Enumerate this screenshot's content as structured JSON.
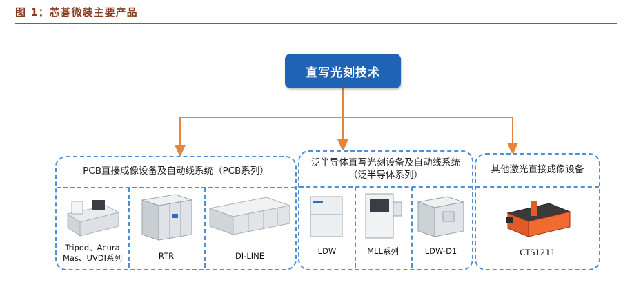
{
  "figure": {
    "title": "图 1：芯碁微装主要产品"
  },
  "root": {
    "label": "直写光刻技术"
  },
  "groups": [
    {
      "title": "PCB直接成像设备及自动线系统（PCB系列）",
      "items": [
        {
          "label_line1": "Tripod、Acura",
          "label_line2": "Mas、UVDI系列"
        },
        {
          "label": "RTR"
        },
        {
          "label": "DI-LINE"
        }
      ]
    },
    {
      "title_line1": "泛半导体直写光刻设备及自动线系统",
      "title_line2": "（泛半导体系列）",
      "items": [
        {
          "label": "LDW"
        },
        {
          "label": "MLL系列"
        },
        {
          "label": "LDW-D1"
        }
      ]
    },
    {
      "title": "其他激光直接成像设备",
      "items": [
        {
          "label": "CTS1211"
        }
      ]
    }
  ],
  "colors": {
    "accent": "#1f63b4",
    "connector": "#e8833a",
    "dash": "#4f8fd6",
    "title": "#8a3a1f"
  }
}
